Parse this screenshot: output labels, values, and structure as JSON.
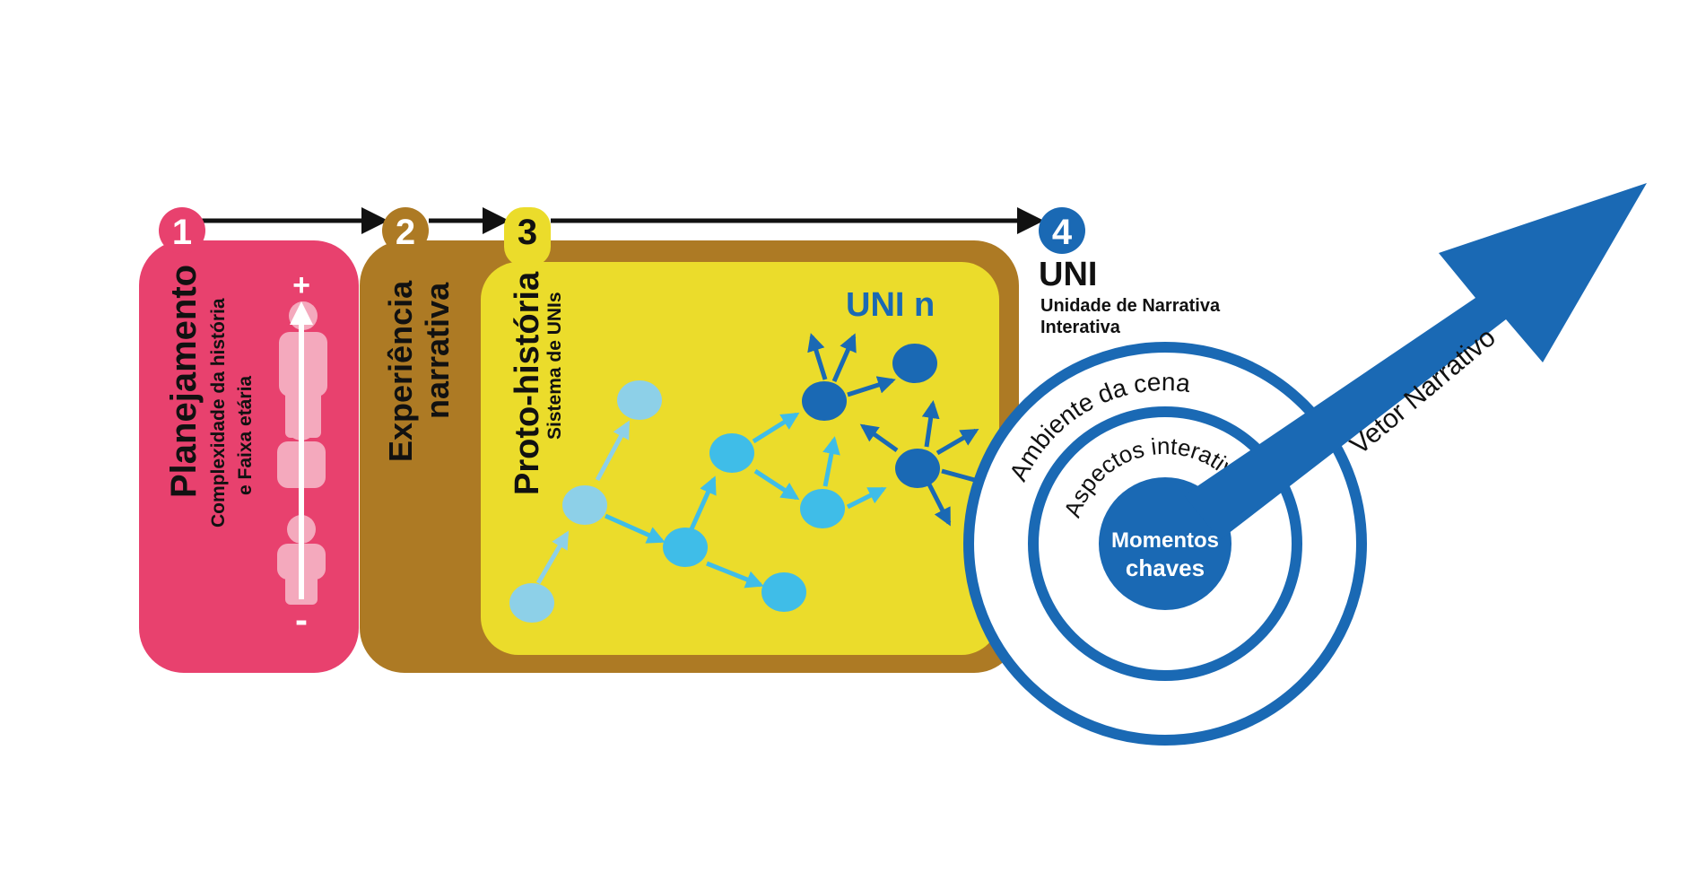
{
  "steps": [
    {
      "number": "1"
    },
    {
      "number": "2"
    },
    {
      "number": "3"
    },
    {
      "number": "4"
    }
  ],
  "planejamento": {
    "title": "Planejamento",
    "subtitle_line1": "Complexidade da história",
    "subtitle_line2": "e Faixa etária",
    "plus": "+",
    "minus": "-"
  },
  "experiencia": {
    "line1": "Experiência",
    "line2": "narrativa"
  },
  "proto": {
    "title": "Proto-história",
    "subtitle": "Sistema de UNIs",
    "uni_n": "UNI n"
  },
  "uni": {
    "title": "UNI",
    "subtitle_line1": "Unidade de Narrativa",
    "subtitle_line2": "Interativa"
  },
  "target": {
    "outer_label": "Ambiente da cena",
    "middle_label": "Aspectos interativos",
    "center_line1": "Momentos",
    "center_line2": "chaves",
    "vector_label": "Vetor Narrativo"
  },
  "colors": {
    "pink": "#e8416e",
    "brown": "#ad7a24",
    "yellow": "#ebdc2b",
    "blue": "#1a69b4",
    "light_blue": "#8dd0e8",
    "cyan": "#3fbde8",
    "white": "#ffffff",
    "black": "#111111"
  }
}
